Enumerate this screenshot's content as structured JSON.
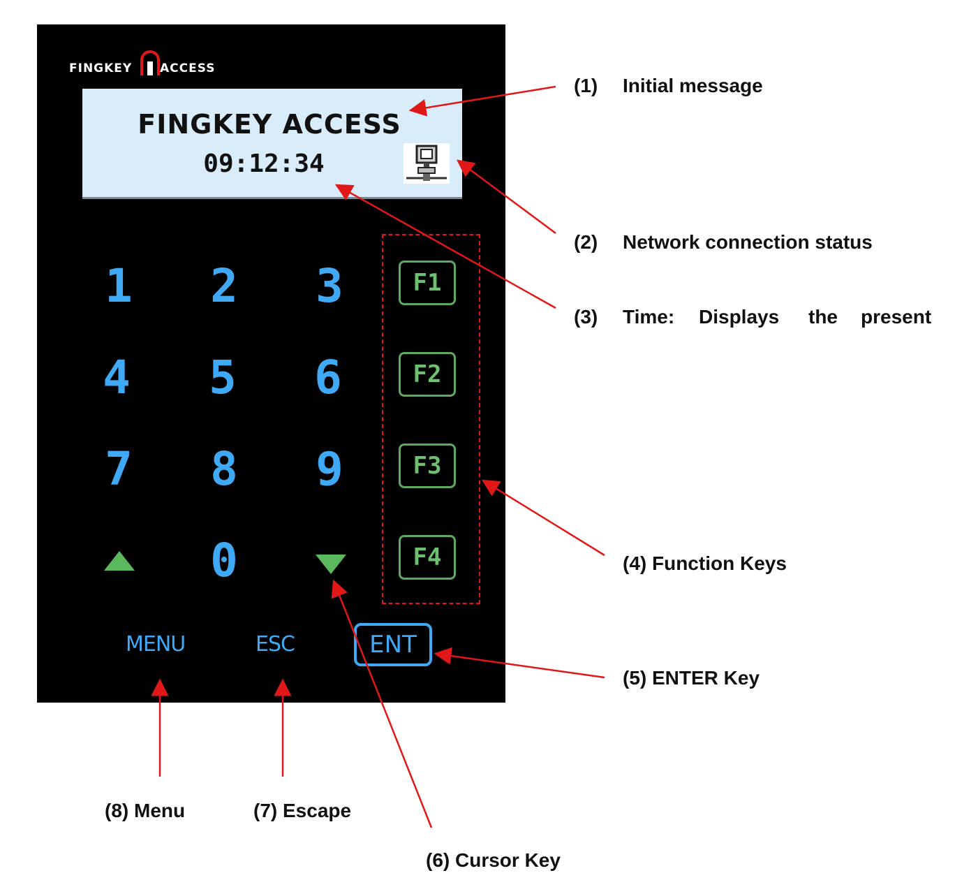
{
  "device": {
    "logo_part1": "FINGKEY",
    "logo_part2": "ACCESS",
    "lcd_title": "FINGKEY ACCESS",
    "lcd_time": "09:12:34",
    "digits": [
      "1",
      "2",
      "3",
      "4",
      "5",
      "6",
      "7",
      "8",
      "9",
      "0"
    ],
    "function_keys": [
      "F1",
      "F2",
      "F3",
      "F4"
    ],
    "menu_label": "MENU",
    "esc_label": "ESC",
    "ent_label": "ENT"
  },
  "labels": {
    "l1_num": "(1)",
    "l1_text": "Initial message",
    "l2_num": "(2)",
    "l2_text": "Network connection status",
    "l3_num": "(3)",
    "l3_w1": "Time:",
    "l3_w2": "Displays",
    "l3_w3": "the",
    "l3_w4": "present",
    "l4": "(4) Function Keys",
    "l5": "(5) ENTER Key",
    "l6": "(6) Cursor Key",
    "l7": "(7) Escape",
    "l8": "(8) Menu"
  },
  "colors": {
    "panel": "#000000",
    "lcd": "#d9ecfa",
    "digit": "#3fa9f5",
    "function_key": "#6cc070",
    "arrow": "#e01818"
  }
}
